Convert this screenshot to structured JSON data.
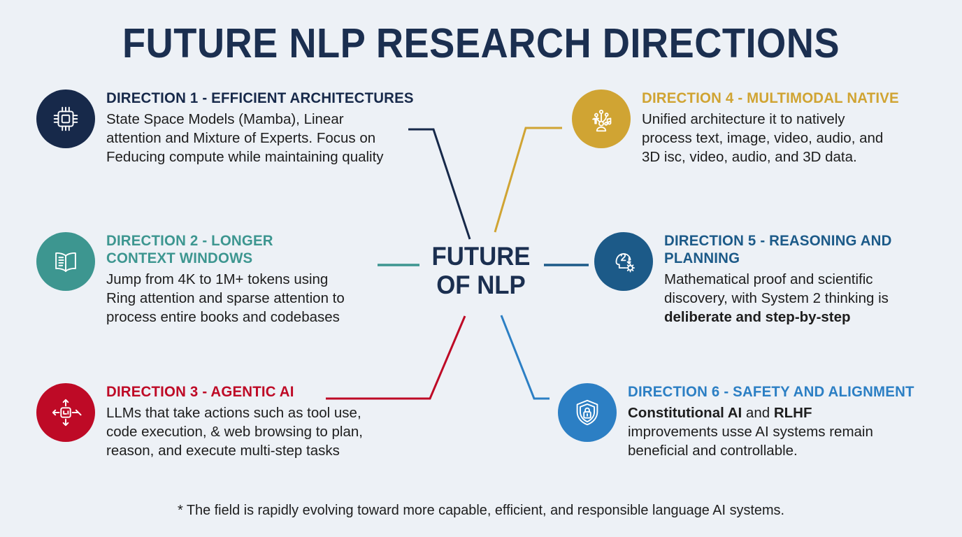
{
  "title": "FUTURE NLP RESEARCH DIRECTIONS",
  "hub": {
    "line1": "FUTURE",
    "line2": "OF NLP"
  },
  "footer": "* The field is rapidly evolving toward more capable, efficient, and responsible language AI systems.",
  "colors": {
    "background": "#edf1f6",
    "title": "#1b2f50",
    "direction1": "#17294a",
    "direction2": "#3d9690",
    "direction3": "#be0a26",
    "direction4": "#d0a433",
    "direction5": "#1c5a88",
    "direction6": "#2c7fc4",
    "body_text": "#1d1d1d"
  },
  "directions": [
    {
      "id": "direction-1",
      "icon": "cpu-chip-icon",
      "color": "#17294a",
      "heading": "DIRECTION 1 - EFFICIENT ARCHITECTURES",
      "body_lines": [
        "State Space Models (Mamba), Linear",
        "attention and Mixture of Experts. Focus on",
        "Feducing compute while maintaining quality"
      ]
    },
    {
      "id": "direction-2",
      "icon": "open-book-icon",
      "color": "#3d9690",
      "heading": "DIRECTION 2 - LONGER CONTEXT WINDOWS",
      "body_lines": [
        "Jump from 4K to 1M+ tokens using",
        "Ring attention and sparse attention to",
        "process entire books and codebases"
      ]
    },
    {
      "id": "direction-3",
      "icon": "four-arrows-expand-icon",
      "color": "#be0a26",
      "heading": "DIRECTION 3 - AGENTIC AI",
      "body_lines": [
        "LLMs that take actions such as tool use,",
        "code execution, & web browsing to plan,",
        "reason, and execute multi-step tasks"
      ]
    },
    {
      "id": "direction-4",
      "icon": "multimodal-network-icon",
      "color": "#d0a433",
      "heading": "DIRECTION 4 - MULTIMODAL NATIVE",
      "body_lines": [
        "Unified architecture it to natively",
        "process text, image, video, audio, and",
        "3D isc, video, audio, and 3D data."
      ]
    },
    {
      "id": "direction-5",
      "icon": "head-system2-gear-icon",
      "color": "#1c5a88",
      "heading": "DIRECTION 5 - REASONING AND PLANNING",
      "body_lines": [
        "Mathematical proof and scientific",
        "discovery, with System 2 thinking  is"
      ],
      "body_bold_line": "deliberate and step-by-step"
    },
    {
      "id": "direction-6",
      "icon": "shield-lock-icon",
      "color": "#2c7fc4",
      "heading": "DIRECTION 6 - SAFETY AND ALIGNMENT",
      "body_bold_lead": "Constitutional AI",
      "body_mid": " and ",
      "body_bold_second": "RLHF",
      "body_lines": [
        "improvements usse AI systems remain",
        "beneficial and controllable."
      ]
    }
  ]
}
